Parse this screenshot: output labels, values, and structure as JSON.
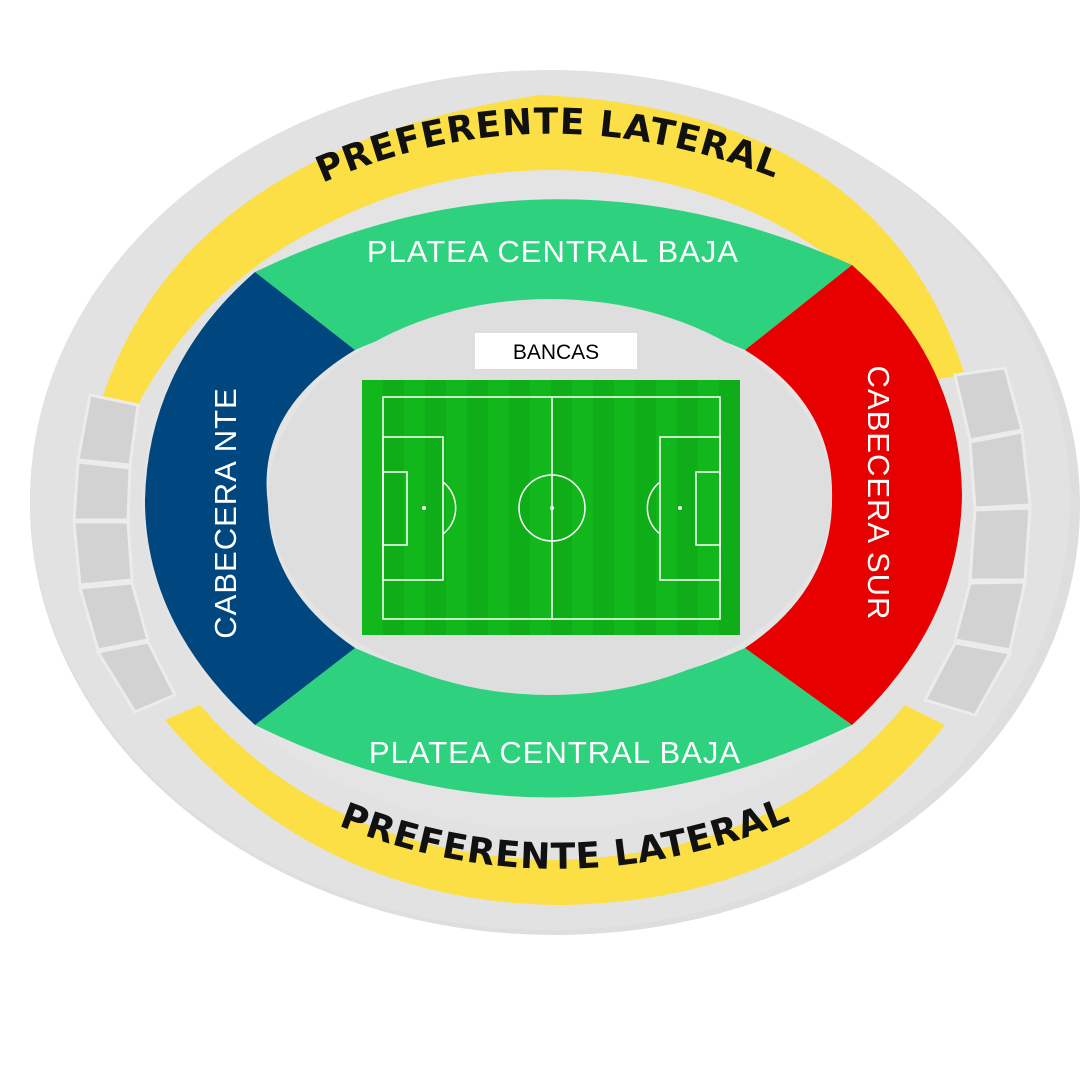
{
  "colors": {
    "outer_ring": "#dcdcdc",
    "preferente": "#fbdf45",
    "platea": "#2ed17d",
    "cabecera_nte": "#01477f",
    "cabecera_sur": "#e80000",
    "concourse": "#dedede",
    "pitch": "#11b51b"
  },
  "zones": {
    "preferente_top": "PREFERENTE LATERAL",
    "preferente_bottom": "PREFERENTE LATERAL",
    "platea_top": "PLATEA CENTRAL BAJA",
    "platea_bottom": "PLATEA CENTRAL BAJA",
    "cabecera_nte": "CABECERA NTE",
    "cabecera_sur": "CABECERA SUR"
  },
  "bancas": "BANCAS"
}
